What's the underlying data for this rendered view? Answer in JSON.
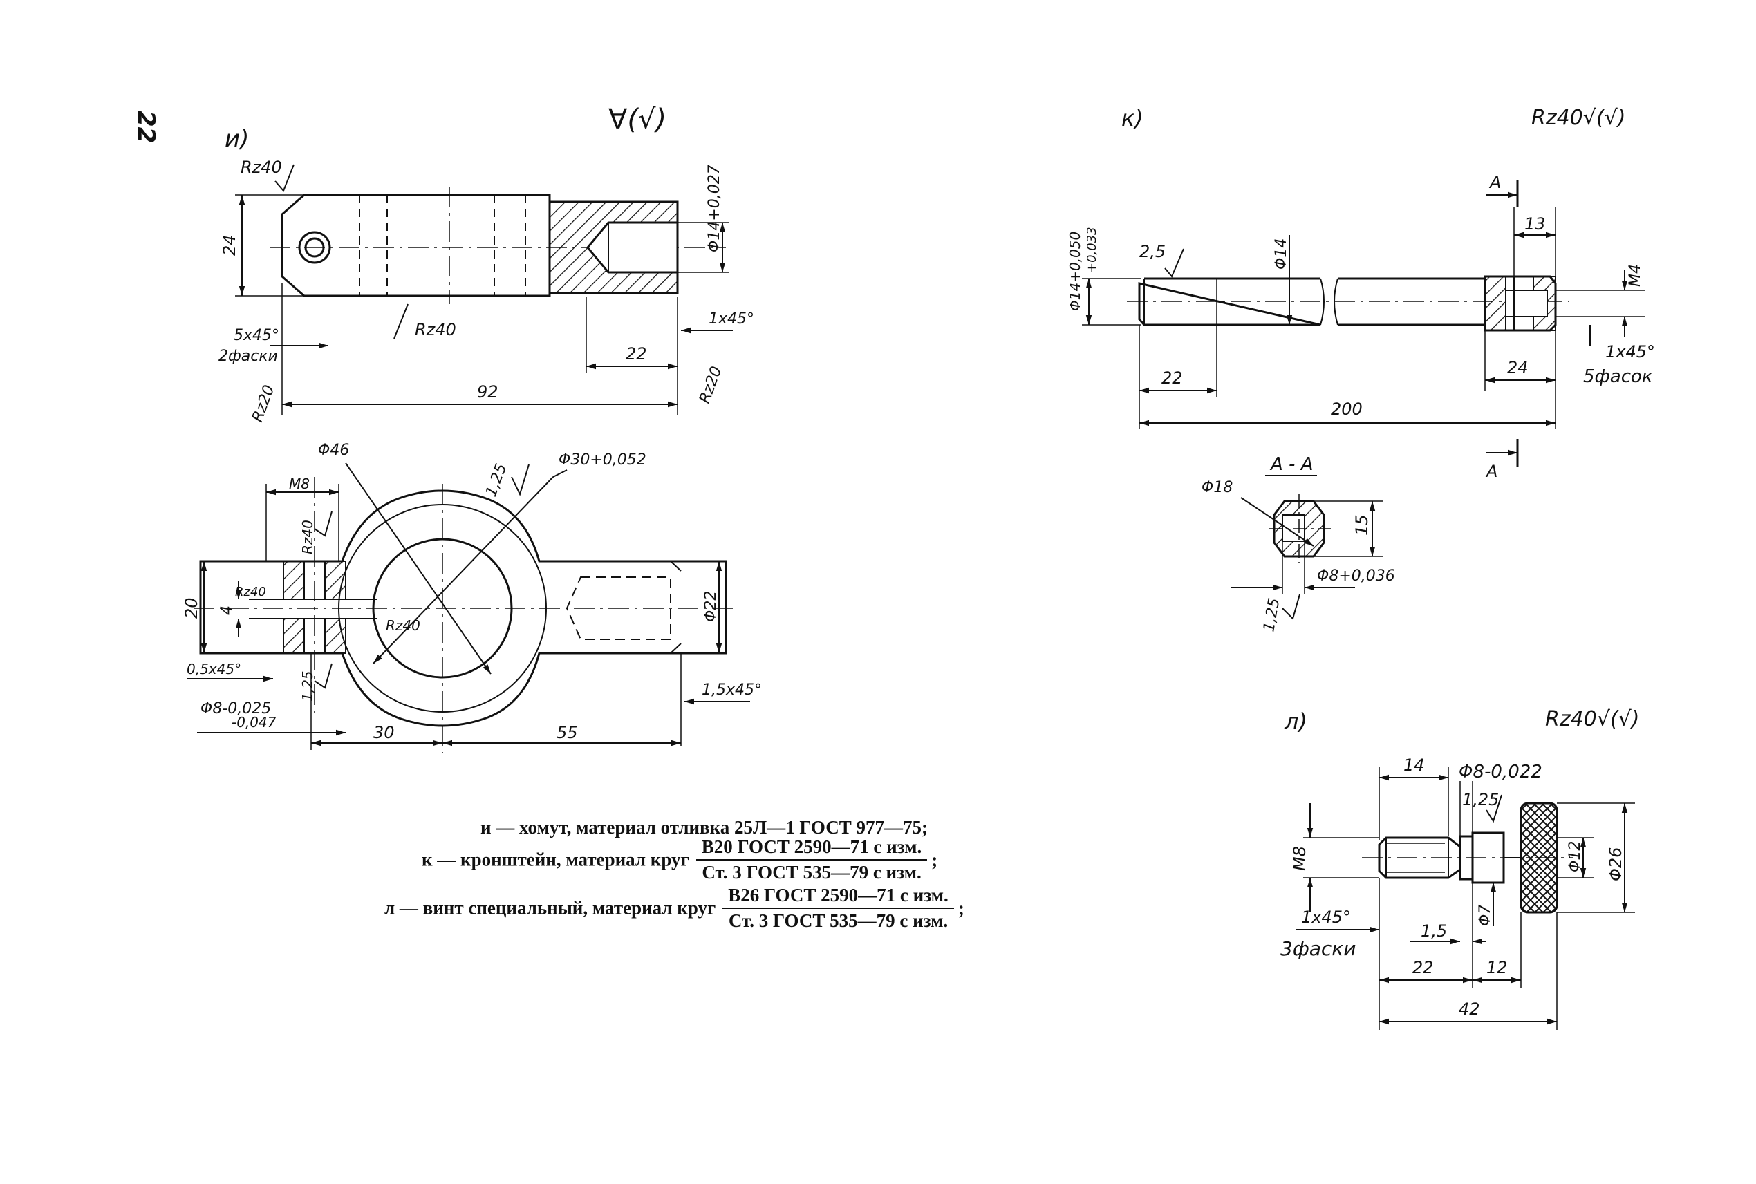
{
  "page": {
    "number": "22"
  },
  "figure_i": {
    "label": "и)",
    "roughness_symbol": "∀(√)",
    "dims": {
      "rz40_top": "Rz40",
      "d24": "24",
      "d14_tol": "Φ14+0,027",
      "rz40_mid": "Rz40",
      "chamfer_5x45": "5x45°",
      "two_chamfers": "2фаски",
      "chamfer_1x45": "1x45°",
      "d22": "22",
      "rz20_left": "Rz20",
      "d92": "92",
      "rz20_right": "Rz20",
      "d46": "Φ46",
      "r125_top": "1,25",
      "d30_tol": "Φ30+0,052",
      "m8": "M8",
      "rz40_hole": "Rz40",
      "d20": "20",
      "d4": "4",
      "rz40_slot": "Rz40",
      "rz40_inner": "Rz40",
      "d22_right": "Φ22",
      "chamfer_05x45": "0,5x45°",
      "r125_bot": "1,25",
      "d8_tol_a": "Φ8-0,025",
      "d8_tol_b": "-0,047",
      "chamfer_15x45": "1,5x45°",
      "d30": "30",
      "d55": "55"
    }
  },
  "figure_k": {
    "label": "к)",
    "roughness_symbol": "Rz40√(√)",
    "dims": {
      "section_a_top": "A",
      "d13": "13",
      "d14_tol_a": "Φ14+0,050",
      "d14_tol_b": "+0,033",
      "r25": "2,5",
      "d14": "Φ14",
      "m4": "M4",
      "chamfer_1x45": "1x45°",
      "five_chamfers": "5фасок",
      "d22": "22",
      "d24": "24",
      "d200": "200",
      "section_a_bot": "A",
      "section_title": "A - A",
      "d18": "Φ18",
      "d15": "15",
      "d8_tol": "Φ8+0,036",
      "r125": "1,25"
    }
  },
  "figure_l": {
    "label": "л)",
    "roughness_symbol": "Rz40√(√)",
    "dims": {
      "d14": "14",
      "d8_tol": "Φ8-0,022",
      "r125": "1,25",
      "m8": "M8",
      "d12": "Φ12",
      "d26": "Φ26",
      "d7": "Φ7",
      "chamfer_1x45": "1x45°",
      "three_chamfers": "3фаски",
      "d15": "1,5",
      "d22": "22",
      "d12_len": "12",
      "d42": "42"
    }
  },
  "caption": {
    "line_i": "и — хомут, материал отливка 25Л—1 ГОСТ 977—75;",
    "line_k_prefix": "к — кронштейн, материал круг",
    "line_k_num": "В20 ГОСТ 2590—71 с изм.",
    "line_k_den": "Ст. 3 ГОСТ 535—79 с изм.",
    "line_k_end": ";",
    "line_l_prefix": "л — винт специальный, материал круг",
    "line_l_num": "В26 ГОСТ 2590—71 с изм.",
    "line_l_den": "Ст. 3 ГОСТ 535—79 с изм.",
    "line_l_end": ";"
  }
}
